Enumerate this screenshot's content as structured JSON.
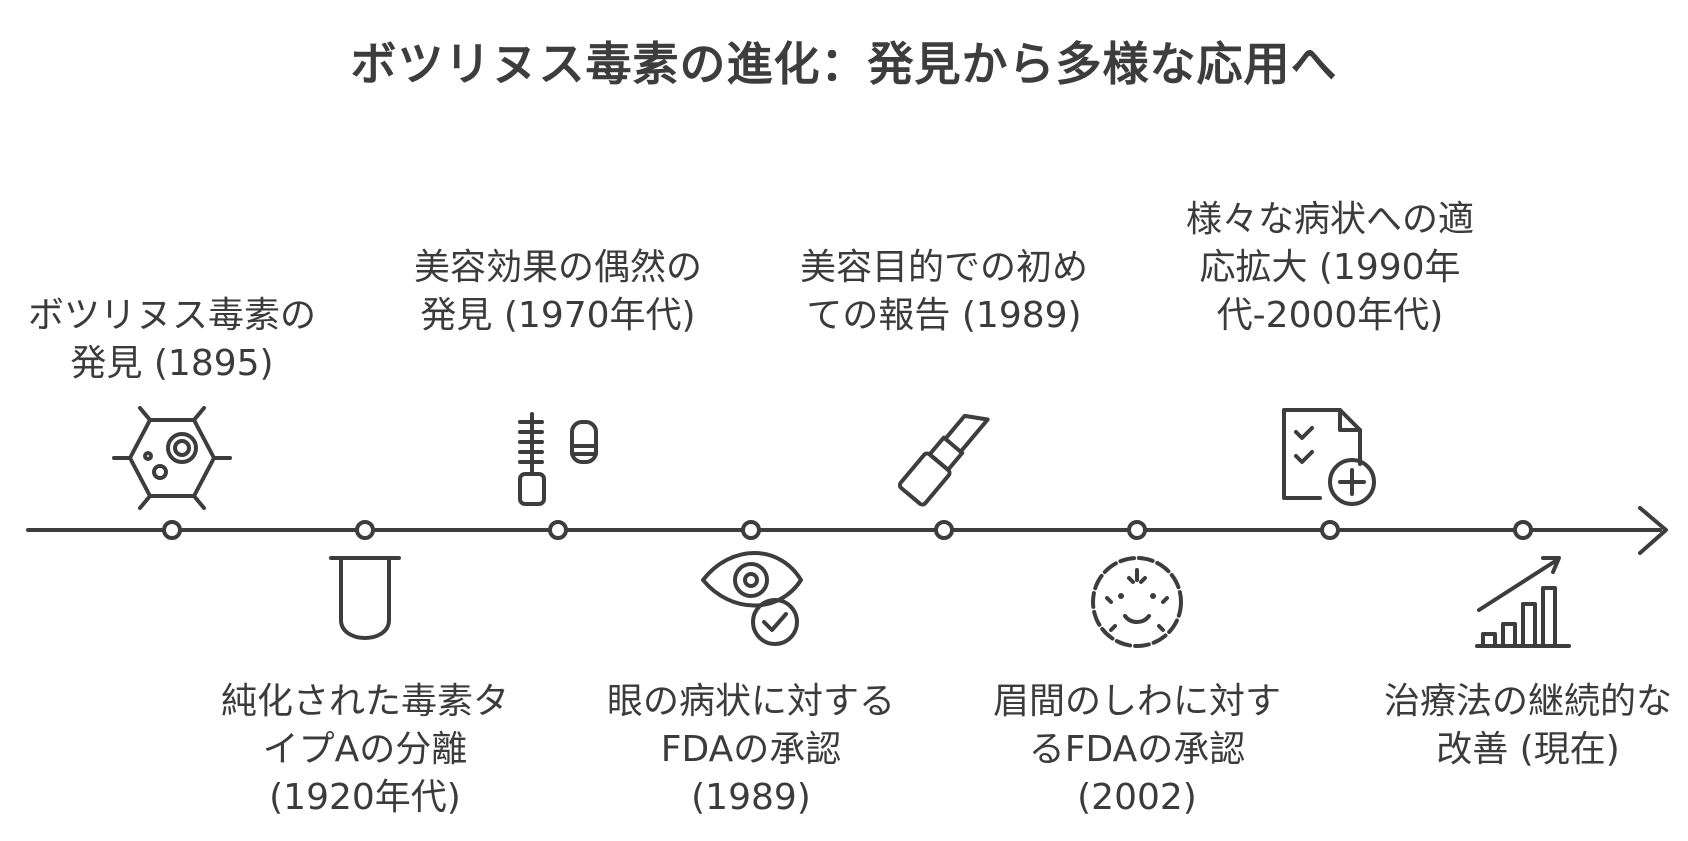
{
  "title": "ボツリヌス毒素の進化：発見から多様な応用へ",
  "events": [
    {
      "label": "ボツリヌス毒素の発見 (1895)",
      "position": "above",
      "icon": "molecule-icon"
    },
    {
      "label": "純化された毒素タイプAの分離 (1920年代)",
      "position": "below",
      "icon": "test-tube-icon"
    },
    {
      "label": "美容効果の偶然の発見 (1970年代)",
      "position": "above",
      "icon": "mascara-icon"
    },
    {
      "label": "眼の病状に対するFDAの承認 (1989)",
      "position": "below",
      "icon": "eye-check-icon"
    },
    {
      "label": "美容目的での初めての報告 (1989)",
      "position": "above",
      "icon": "lipstick-icon"
    },
    {
      "label": "眉間のしわに対するFDAの承認 (2002)",
      "position": "below",
      "icon": "face-icon"
    },
    {
      "label": "様々な病状への適応拡大 (1990年代-2000年代)",
      "position": "above",
      "icon": "medical-document-icon"
    },
    {
      "label": "治療法の継続的な改善 (現在)",
      "position": "below",
      "icon": "growth-chart-icon"
    }
  ]
}
